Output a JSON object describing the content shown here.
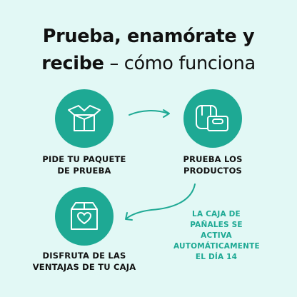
{
  "title": {
    "line1": "Prueba, enamórate y",
    "line2_bold": "recibe",
    "line2_rest": " – cómo funciona"
  },
  "steps": [
    {
      "icon": "open-box-icon",
      "label_line1": "PIDE TU PAQUETE",
      "label_line2": "DE PRUEBA"
    },
    {
      "icon": "diaper-wipes-icon",
      "label_line1": "PRUEBA LOS",
      "label_line2": "PRODUCTOS"
    },
    {
      "icon": "heart-box-icon",
      "label_line1": "DISFRUTA DE LAS",
      "label_line2": "VENTAJAS DE TU CAJA"
    }
  ],
  "note": {
    "line1": "LA CAJA DE",
    "line2": "PAÑALES SE ACTIVA",
    "line3": "AUTOMÁTICAMENTE",
    "line4": "EL DÍA 14"
  },
  "colors": {
    "background": "#e2f8f5",
    "accent": "#1ea994",
    "text": "#111111"
  }
}
